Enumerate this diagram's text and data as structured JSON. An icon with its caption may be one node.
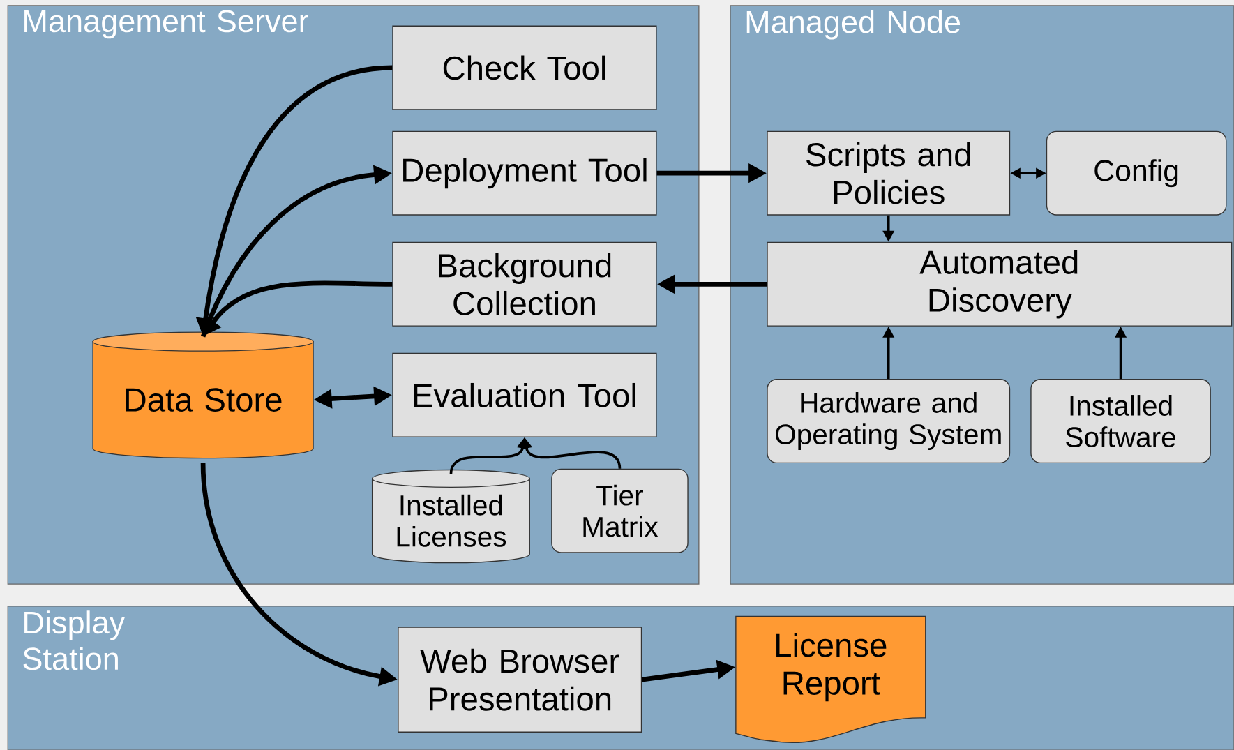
{
  "diagram": {
    "nodes": [
      {
        "text": [
          "Management Server"
        ]
      },
      {
        "text": [
          "Check Tool"
        ],
        "in": 0
      },
      {
        "text": [
          "Deployment Tool"
        ],
        "in": 0
      },
      {
        "text": [
          "Background Collection"
        ],
        "in": 0
      },
      {
        "text": [
          "Data Store"
        ],
        "in": 0
      },
      {
        "text": [
          "Evaluation Tool"
        ],
        "in": 0
      },
      {
        "text": [
          "Installed Licenses"
        ],
        "in": 0
      },
      {
        "text": [
          "Tier Matrix"
        ],
        "in": 0
      },
      {
        "text": [
          "Managed Node"
        ]
      },
      {
        "text": [
          "Scripts and Policies"
        ],
        "in": 8
      },
      {
        "text": [
          "Config"
        ],
        "in": 8
      },
      {
        "text": [
          "Automated Discovery"
        ],
        "in": 8
      },
      {
        "text": [
          "Hardware and Operating System"
        ],
        "in": 8
      },
      {
        "text": [
          "Installed Software"
        ],
        "in": 8
      },
      {
        "text": [
          "Display Station"
        ]
      },
      {
        "text": [
          "Web Browser Presentation"
        ],
        "in": 14
      },
      {
        "text": [
          "License Report"
        ],
        "in": 14
      }
    ],
    "edges": [
      {
        "from": 1,
        "to": 4,
        "arrow": "to"
      },
      {
        "from": 4,
        "to": 2,
        "arrow": "to"
      },
      {
        "from": 3,
        "to": 4,
        "arrow": "to"
      },
      {
        "from": 4,
        "to": 5,
        "arrow": "both"
      },
      {
        "from": 6,
        "to": 5,
        "arrow": "to"
      },
      {
        "from": 7,
        "to": 5,
        "arrow": "to"
      },
      {
        "from": 2,
        "to": 9,
        "arrow": "to"
      },
      {
        "from": 9,
        "to": 10,
        "arrow": "both"
      },
      {
        "from": 9,
        "to": 11,
        "arrow": "to"
      },
      {
        "from": 11,
        "to": 3,
        "arrow": "to"
      },
      {
        "from": 12,
        "to": 11,
        "arrow": "to"
      },
      {
        "from": 13,
        "to": 11,
        "arrow": "to"
      },
      {
        "from": 4,
        "to": 15,
        "arrow": "to"
      },
      {
        "from": 15,
        "to": 16,
        "arrow": "to"
      }
    ]
  }
}
